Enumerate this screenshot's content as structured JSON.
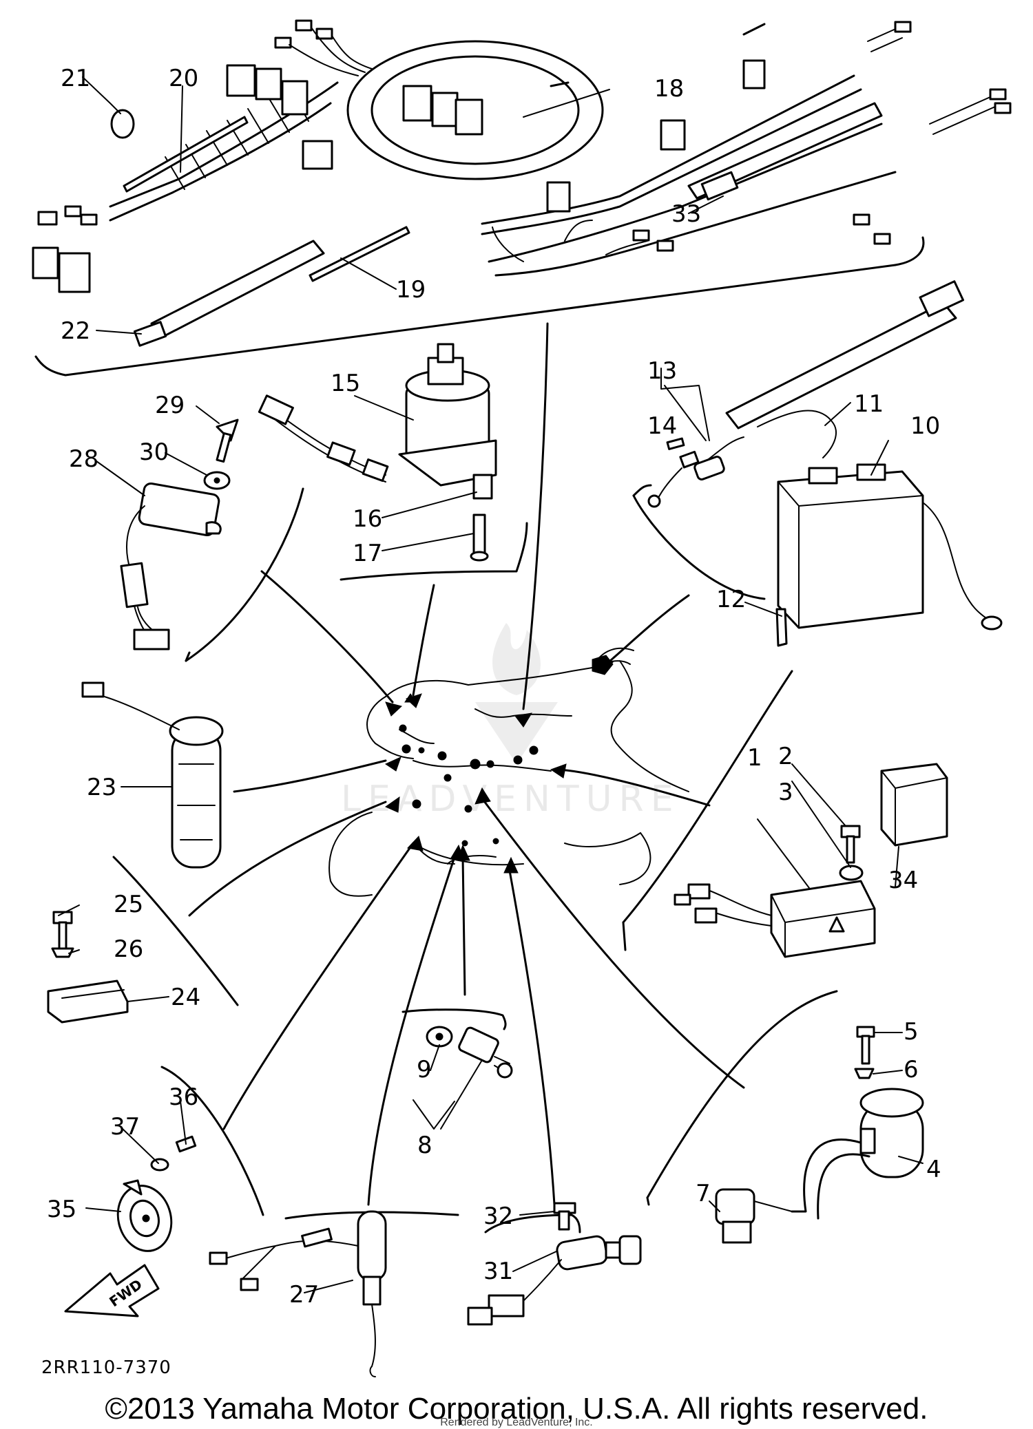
{
  "diagram": {
    "part_numbers": [
      "1",
      "2",
      "3",
      "4",
      "5",
      "6",
      "7",
      "8",
      "9",
      "10",
      "11",
      "12",
      "13",
      "14",
      "15",
      "16",
      "17",
      "18",
      "19",
      "20",
      "21",
      "22",
      "23",
      "24",
      "25",
      "26",
      "27",
      "28",
      "29",
      "30",
      "31",
      "32",
      "33",
      "34",
      "35",
      "36",
      "37"
    ],
    "drawing_code": "2RR110-7370",
    "fwd_label": "FWD",
    "watermark": "LEADVENTURE"
  },
  "footer": {
    "copyright": "©2013 Yamaha Motor Corporation, U.S.A. All rights reserved.",
    "rendered_by": "Rendered by LeadVenture, Inc."
  }
}
